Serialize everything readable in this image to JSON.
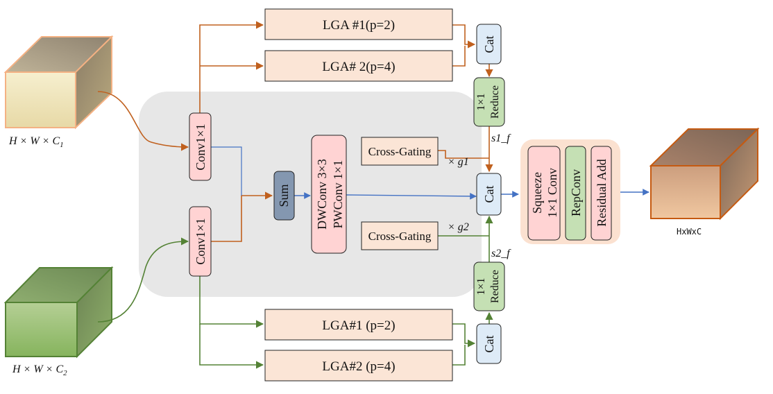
{
  "inputs": {
    "top_label": "H × W × C",
    "top_sub": "1",
    "bottom_label": "H × W × C",
    "bottom_sub": "2",
    "output_label": "HxWxC"
  },
  "blocks": {
    "lga_top_1": "LGA #1(p=2)",
    "lga_top_2": "LGA# 2(p=4)",
    "lga_bot_1": "LGA#1 (p=2)",
    "lga_bot_2": "LGA#2 (p=4)",
    "conv_top": "Conv1×1",
    "conv_bot": "Conv1×1",
    "sum": "Sum",
    "dwconv": "DWConv 3×3",
    "pwconv": "PWConv 1×1",
    "cross_gating_top": "Cross-Gating",
    "cross_gating_bot": "Cross-Gating",
    "cat_top": "Cat",
    "cat_mid": "Cat",
    "cat_bot": "Cat",
    "reduce_top_1": "1×1",
    "reduce_top_2": "Reduce",
    "reduce_bot_1": "1×1",
    "reduce_bot_2": "Reduce",
    "squeeze_1": "Squeeze",
    "squeeze_2": "1×1 Conv",
    "repconv": "RepConv",
    "residual": "Residual Add"
  },
  "annotations": {
    "g1": "× g1",
    "g2": "× g2",
    "s1f": "s1_f",
    "s2f": "s2_f"
  },
  "colors": {
    "orange_path": "#c0601e",
    "green_path": "#548235",
    "blue_path": "#4472c4",
    "lga_fill": "#fbe5d6",
    "conv_fill": "#ffd3d3",
    "sum_fill": "#8497b0",
    "cat_fill": "#deebf7",
    "reduce_fill": "#c5e0b4",
    "gray_panel": "#e7e7e7",
    "fusion_panel": "#fbe1d0"
  }
}
